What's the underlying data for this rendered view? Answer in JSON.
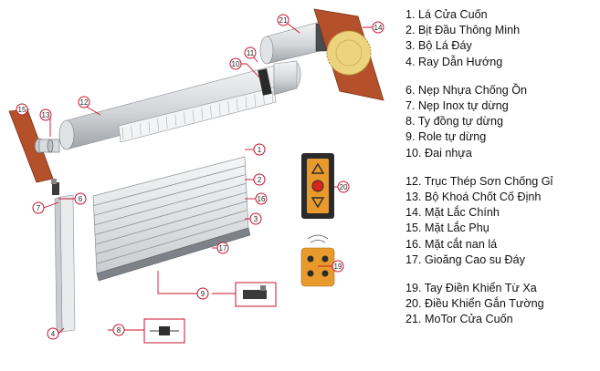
{
  "colors": {
    "callout": "#c8102e",
    "wood": "#b5512a",
    "gear": "#ecd47e",
    "remote_body": "#2b2b2b",
    "remote_panel": "#e89a2c",
    "metal": "#e6e8ea"
  },
  "callouts": [
    "1",
    "2",
    "3",
    "4",
    "6",
    "7",
    "8",
    "9",
    "10",
    "11",
    "12",
    "13",
    "14",
    "15",
    "16",
    "17",
    "19",
    "20",
    "21"
  ],
  "legend": {
    "groups": [
      [
        {
          "num": "1.",
          "label": "Lá Cửa Cuốn"
        },
        {
          "num": "2.",
          "label": "Bịt Đầu Thông Minh"
        },
        {
          "num": "3.",
          "label": "Bộ Lá Đáy"
        },
        {
          "num": "4.",
          "label": "Ray Dẫn Hướng"
        }
      ],
      [
        {
          "num": "6.",
          "label": "Nẹp Nhựa Chống Ồn"
        },
        {
          "num": "7.",
          "label": "Nẹp Inox tự dừng"
        },
        {
          "num": "8.",
          "label": "Ty đồng tự dừng"
        },
        {
          "num": "9.",
          "label": "Role tự dừng"
        },
        {
          "num": "10.",
          "label": "Đai nhựa"
        }
      ],
      [
        {
          "num": "12.",
          "label": "Trục Thép Sơn Chống Gỉ"
        },
        {
          "num": "13.",
          "label": "Bộ Khoá Chốt Cố Định"
        },
        {
          "num": "14.",
          "label": "Mặt Lắc Chính"
        },
        {
          "num": "15.",
          "label": "Mặt Lắc Phụ"
        },
        {
          "num": "16.",
          "label": "Mặt cắt nan lá"
        },
        {
          "num": "17.",
          "label": "Gioăng Cao su Đáy"
        }
      ],
      [
        {
          "num": "19.",
          "label": "Tay Điền Khiển Từ Xa"
        },
        {
          "num": "20.",
          "label": "Điều Khiển Gắn Tường"
        },
        {
          "num": "21.",
          "label": "MoTor Cửa Cuốn"
        }
      ]
    ]
  }
}
